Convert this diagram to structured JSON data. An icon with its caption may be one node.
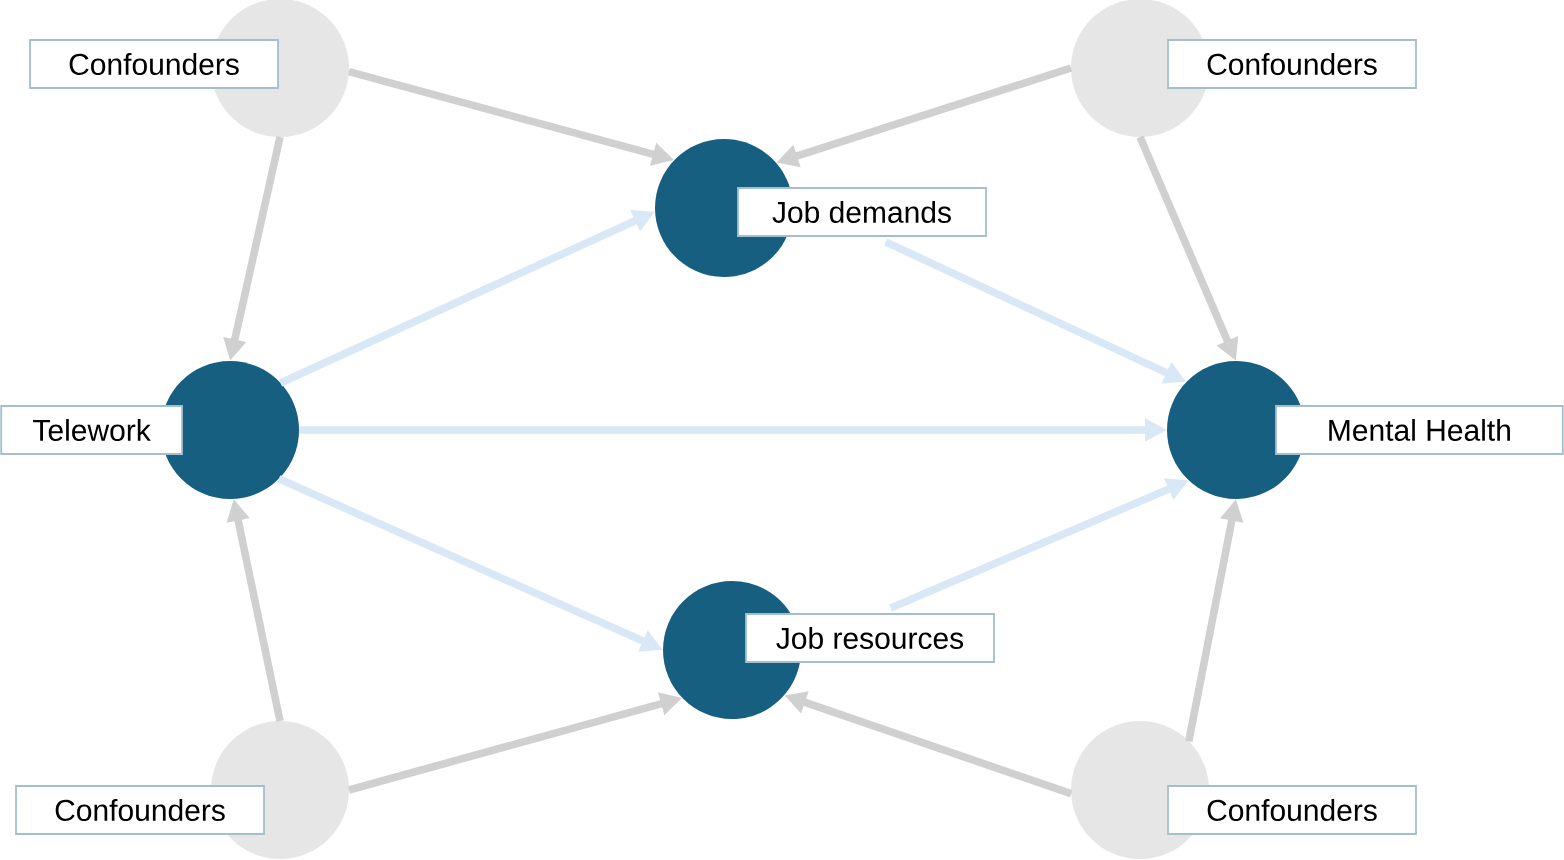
{
  "diagram": {
    "nodes": [
      {
        "text": [
          "Confounders"
        ]
      },
      {
        "text": [
          "Confounders"
        ]
      },
      {
        "text": [
          "Job demands"
        ]
      },
      {
        "text": [
          "Telework"
        ]
      },
      {
        "text": [
          "Mental Health"
        ]
      },
      {
        "text": [
          "Job resources"
        ]
      },
      {
        "text": [
          "Confounders"
        ]
      },
      {
        "text": [
          "Confounders"
        ]
      }
    ],
    "edges": [
      {
        "from": 0,
        "to": 2,
        "arrow": "to"
      },
      {
        "from": 0,
        "to": 3,
        "arrow": "to"
      },
      {
        "from": 1,
        "to": 2,
        "arrow": "to"
      },
      {
        "from": 1,
        "to": 4,
        "arrow": "to"
      },
      {
        "from": 2,
        "to": 4,
        "arrow": "to",
        "color": "#d9e8f6"
      },
      {
        "from": 3,
        "to": 2,
        "arrow": "to",
        "color": "#d9e8f6"
      },
      {
        "from": 3,
        "to": 4,
        "arrow": "to",
        "color": "#d9e8f6"
      },
      {
        "from": 3,
        "to": 5,
        "arrow": "to",
        "color": "#d9e8f6"
      },
      {
        "from": 5,
        "to": 4,
        "arrow": "to",
        "color": "#d9e8f6"
      },
      {
        "from": 6,
        "to": 3,
        "arrow": "to"
      },
      {
        "from": 6,
        "to": 5,
        "arrow": "to"
      },
      {
        "from": 7,
        "to": 5,
        "arrow": "to"
      },
      {
        "from": 7,
        "to": 4,
        "arrow": "to"
      }
    ]
  }
}
